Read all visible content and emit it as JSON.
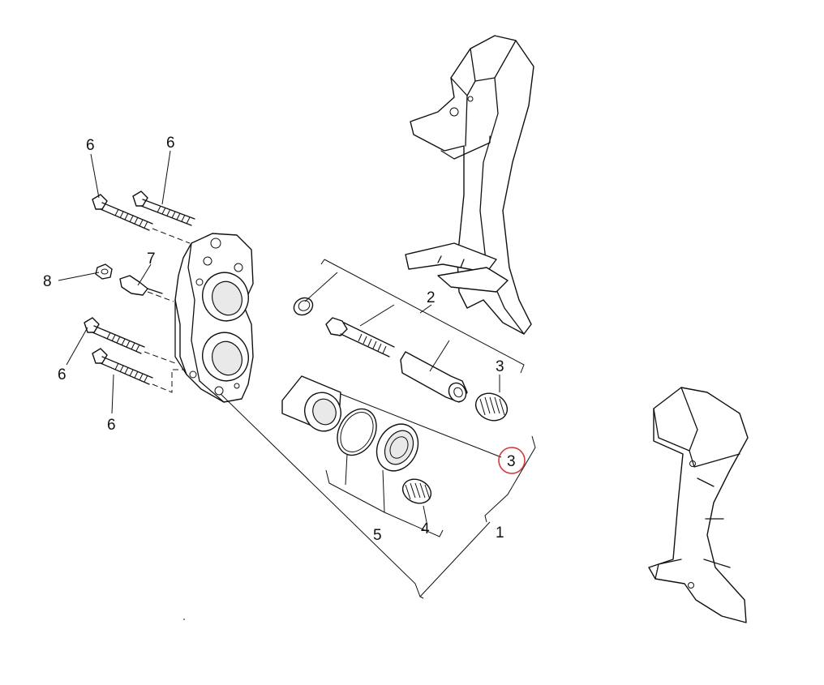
{
  "diagram": {
    "callouts": [
      {
        "id": "c6a",
        "text": "6"
      },
      {
        "id": "c6b",
        "text": "6"
      },
      {
        "id": "c6c",
        "text": "6"
      },
      {
        "id": "c6d",
        "text": "6"
      },
      {
        "id": "c7",
        "text": "7"
      },
      {
        "id": "c8",
        "text": "8"
      },
      {
        "id": "c2",
        "text": "2"
      },
      {
        "id": "c3a",
        "text": "3"
      },
      {
        "id": "c3b",
        "text": "3"
      },
      {
        "id": "c4",
        "text": "4"
      },
      {
        "id": "c5",
        "text": "5"
      },
      {
        "id": "c1",
        "text": "1"
      }
    ],
    "highlighted_callout": "4",
    "highlight_color": "#d9363a"
  }
}
